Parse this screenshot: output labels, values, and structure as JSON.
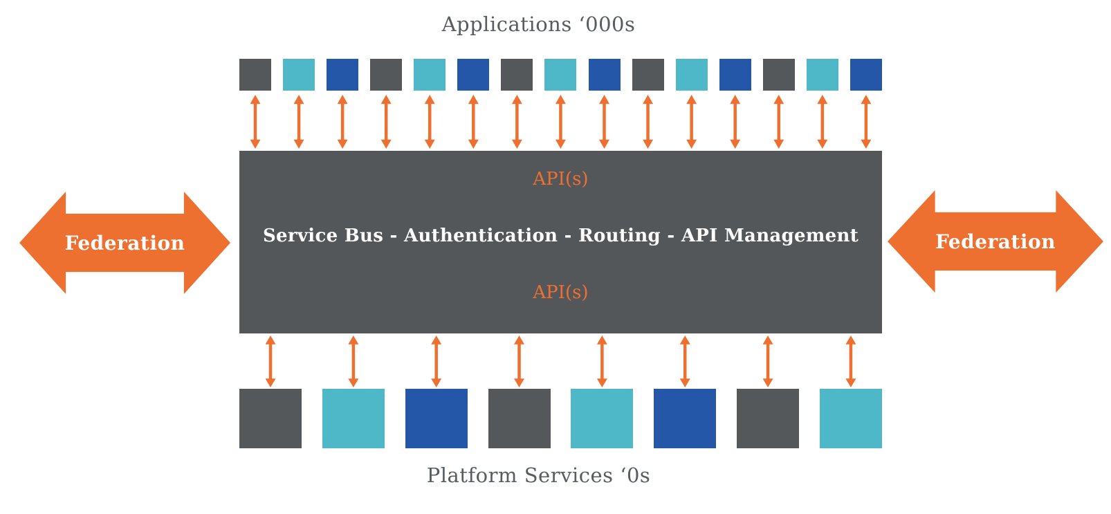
{
  "labels": {
    "top": "Applications ‘000s",
    "bottom": "Platform Services ‘0s"
  },
  "center_box": {
    "api_top": "API(s)",
    "title": "Service Bus - Authentication - Routing - API Management",
    "api_bottom": "API(s)"
  },
  "federation": {
    "left": "Federation",
    "right": "Federation"
  },
  "applications_row": {
    "count": 15,
    "colors": [
      "dark",
      "teal",
      "blue",
      "dark",
      "teal",
      "blue",
      "dark",
      "teal",
      "blue",
      "dark",
      "teal",
      "blue",
      "dark",
      "teal",
      "blue"
    ]
  },
  "platform_row": {
    "count": 8,
    "colors": [
      "dark",
      "teal",
      "blue",
      "dark",
      "teal",
      "blue",
      "dark",
      "teal"
    ]
  },
  "palette": {
    "orange": "#ED7031",
    "box": "#53575A",
    "dark": "#54585A",
    "teal": "#4EB8C8",
    "blue": "#2457A7",
    "label_text": "#575C60",
    "white": "#FFFFFF"
  }
}
